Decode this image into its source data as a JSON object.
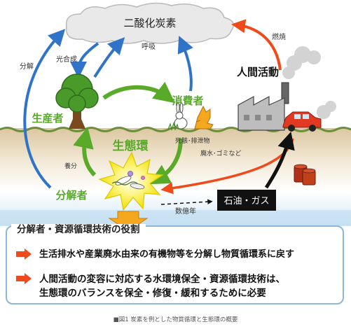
{
  "diagram": {
    "co2_label": "二酸化炭素",
    "photosynthesis_label": "光合成",
    "respiration_label": "呼吸",
    "decomposition_label": "分解",
    "combustion_label": "燃焼",
    "human_activity_label": "人間活動",
    "consumer_label": "消費者",
    "producer_label": "生産者",
    "ecosystem_label": "生態環",
    "decomposer_label": "分解者",
    "nutrient_label": "養分",
    "carcass_label": "死骸･排泄物",
    "wastewater_label": "廃水･ゴミなど",
    "years_label": "数億年",
    "fossil_fuel_label": "石油・ガス",
    "colors": {
      "green": "#5aaa2a",
      "blue": "#2f74c8",
      "red": "#f04a1a",
      "orange": "#f5a81e"
    }
  },
  "panel": {
    "title": "分解者・資源循環技術の役割",
    "bullet1": "生活排水や産業廃水由来の有機物等を分解し物質循環系に戻す",
    "bullet2_line1": "人間活動の変容に対応する水環境保全・資源循環技術は、",
    "bullet2_line2": "生態環のバランスを保全・修復・緩和するために必要"
  },
  "caption": "■図1 炭素を例とした物質循環と生態環の概要"
}
